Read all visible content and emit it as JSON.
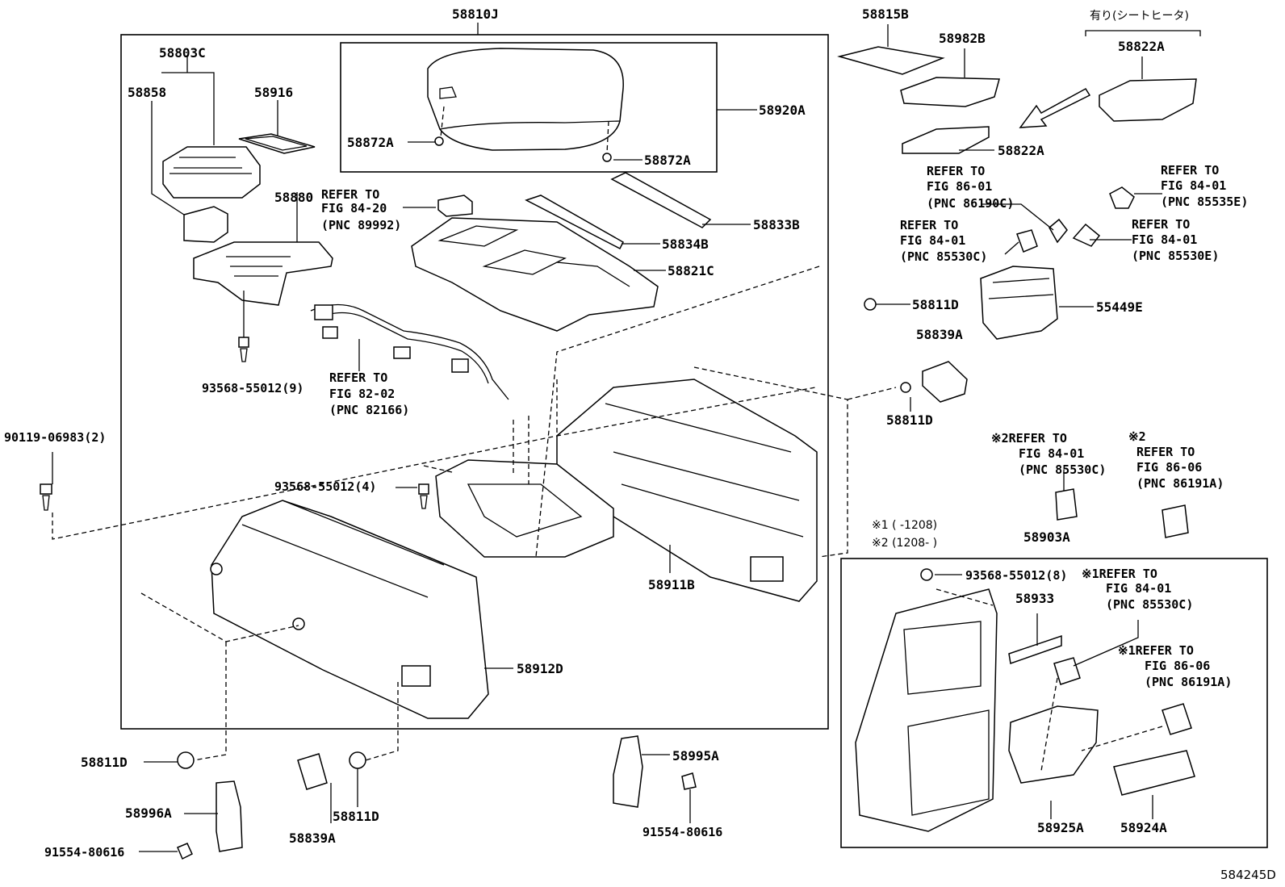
{
  "diagram": {
    "id": "584245D",
    "jp_note": "有り(シートヒータ)",
    "legend": [
      "※1 ( -1208)",
      "※2 (1208- )"
    ],
    "part_numbers": {
      "p58810J": "58810J",
      "p58803C": "58803C",
      "p58858": "58858",
      "p58916": "58916",
      "p58880": "58880",
      "p58920A": "58920A",
      "p58872A_1": "58872A",
      "p58872A_2": "58872A",
      "p58833B": "58833B",
      "p58834B": "58834B",
      "p58821C": "58821C",
      "p58815B": "58815B",
      "p58982B": "58982B",
      "p58822A_1": "58822A",
      "p58822A_2": "58822A",
      "p55449E": "55449E",
      "p58811D_1": "58811D",
      "p58839A_1": "58839A",
      "p58811D_2": "58811D",
      "p93568_9": "93568-55012(9)",
      "p90119": "90119-06983(2)",
      "p93568_4": "93568-55012(4)",
      "p58911B": "58911B",
      "p58912D": "58912D",
      "p58811D_3": "58811D",
      "p58811D_4": "58811D",
      "p58839A_2": "58839A",
      "p58996A": "58996A",
      "p91554_1": "91554-80616",
      "p58995A": "58995A",
      "p91554_2": "91554-80616",
      "p58903A": "58903A",
      "p93568_8": "93568-55012(8)",
      "p58933": "58933",
      "p58925A": "58925A",
      "p58924A": "58924A"
    },
    "references": {
      "r89992": [
        "REFER TO",
        "FIG 84-20",
        "(PNC 89992)"
      ],
      "r82166": [
        "REFER TO",
        "FIG 82-02",
        "(PNC 82166)"
      ],
      "r86190C": [
        "REFER TO",
        "FIG 86-01",
        "(PNC 86190C)"
      ],
      "r85535E": [
        "REFER TO",
        "FIG 84-01",
        "(PNC 85535E)"
      ],
      "r85530C_a": [
        "REFER TO",
        "FIG 84-01",
        "(PNC 85530C)"
      ],
      "r85530E": [
        "REFER TO",
        "FIG 84-01",
        "(PNC 85530E)"
      ],
      "r85530C_b": [
        "※2REFER TO",
        "FIG 84-01",
        "(PNC 85530C)"
      ],
      "r86191A_a": [
        "※2",
        "REFER TO",
        "FIG 86-06",
        "(PNC 86191A)"
      ],
      "r85530C_c": [
        "※1REFER TO",
        "FIG 84-01",
        "(PNC 85530C)"
      ],
      "r86191A_b": [
        "※1REFER TO",
        "FIG 86-06",
        "(PNC 86191A)"
      ]
    }
  }
}
